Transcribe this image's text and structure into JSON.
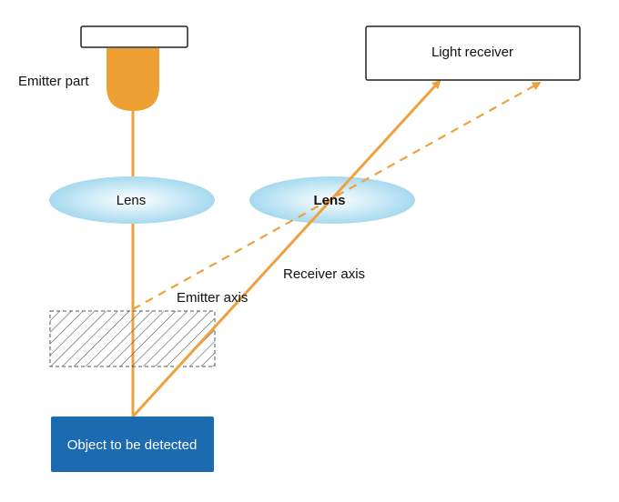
{
  "labels": {
    "emitter_part": "Emitter part",
    "light_receiver": "Light receiver",
    "lens_left": "Lens",
    "lens_right": "Lens",
    "receiver_axis": "Receiver axis",
    "emitter_axis": "Emitter axis",
    "object": "Object to be detected"
  },
  "colors": {
    "beam": "#eea13c",
    "emitter_body": "#eea032",
    "lens_fill": "#a7d9ef",
    "object_fill": "#1c6bb0",
    "object_text": "#ffffff"
  }
}
